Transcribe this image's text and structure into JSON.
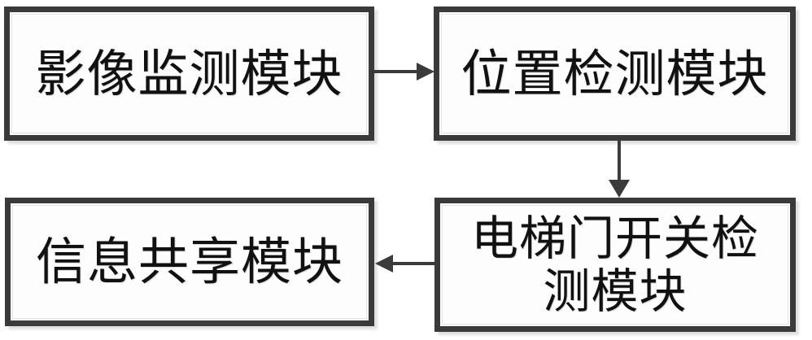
{
  "diagram": {
    "type": "flowchart",
    "orientation": "2x2-grid",
    "background_color": "#ffffff",
    "box_border_color": "#3a3a3a",
    "box_fill_color": "#fdfdfd",
    "arrow_color": "#3b3b3b",
    "text_color": "#111111",
    "nodes": [
      {
        "id": "image-monitor",
        "label": "影像监测模块",
        "lines": [
          "影像监测模块"
        ],
        "position": "top-left"
      },
      {
        "id": "position-detect",
        "label": "位置检测模块",
        "lines": [
          "位置检测模块"
        ],
        "position": "top-right"
      },
      {
        "id": "info-share",
        "label": "信息共享模块",
        "lines": [
          "信息共享模块"
        ],
        "position": "bottom-left"
      },
      {
        "id": "door-switch",
        "label": "电梯门开关检测模块",
        "lines": [
          "电梯门开关检",
          "测模块"
        ],
        "position": "bottom-right"
      }
    ],
    "arrows": [
      {
        "id": "monitor-to-position",
        "from": "image-monitor",
        "to": "position-detect",
        "direction": "right",
        "style": "solid-filled-head"
      },
      {
        "id": "position-to-door",
        "from": "position-detect",
        "to": "door-switch",
        "direction": "down",
        "style": "solid-filled-head"
      },
      {
        "id": "door-to-info",
        "from": "door-switch",
        "to": "info-share",
        "direction": "left",
        "style": "solid-filled-head"
      }
    ]
  }
}
